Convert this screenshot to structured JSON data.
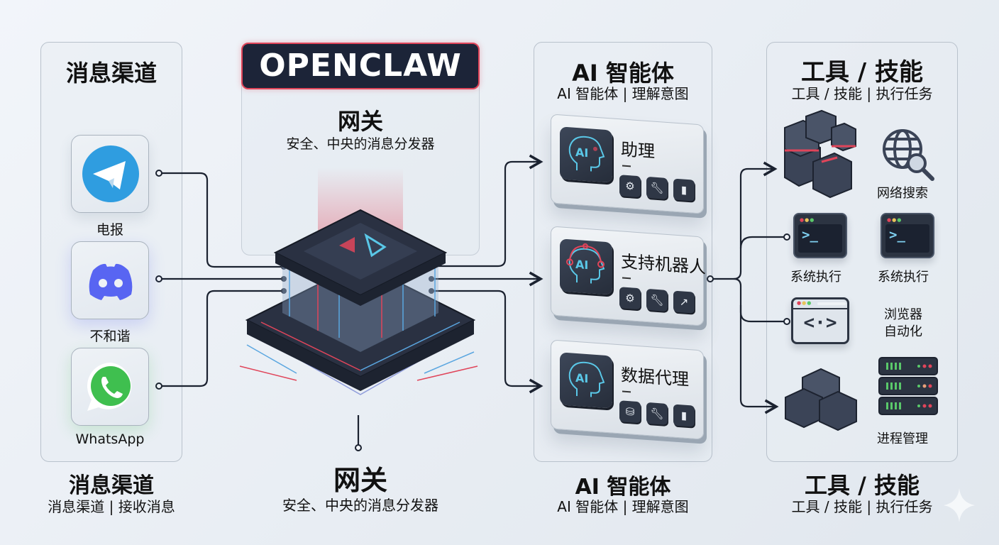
{
  "brand": {
    "title": "OPENCLAW",
    "accent": "#e0455a",
    "badge_bg": "#1c2438"
  },
  "channels": {
    "title": "消息渠道",
    "footer_title": "消息渠道",
    "footer_subtitle": "消息渠道 | 接收消息",
    "items": [
      {
        "label": "电报",
        "icon": "telegram-icon",
        "color": "#2f9de0"
      },
      {
        "label": "不和谐",
        "icon": "discord-icon",
        "color": "#5865f2"
      },
      {
        "label": "WhatsApp",
        "icon": "whatsapp-icon",
        "color": "#3fbf4f"
      }
    ]
  },
  "gateway": {
    "title": "网关",
    "subtitle": "安全、中央的消息分发器",
    "footer_title": "网关",
    "footer_subtitle": "安全、中央的消息分发器",
    "icon": "gateway-server-icon"
  },
  "agents": {
    "title": "AI 智能体",
    "subtitle": "AI 智能体 | 理解意图",
    "footer_title": "AI 智能体",
    "footer_subtitle": "AI 智能体 | 理解意图",
    "avatar_text": "AI",
    "items": [
      {
        "name": "助理",
        "buttons": [
          "gear-icon",
          "wrench-icon",
          "bar-chart-icon"
        ]
      },
      {
        "name": "支持机器人",
        "buttons": [
          "gear-icon",
          "wrench-icon",
          "trend-up-icon"
        ]
      },
      {
        "name": "数据代理",
        "buttons": [
          "database-gear-icon",
          "wrench-icon",
          "bar-chart-icon"
        ]
      }
    ]
  },
  "tools": {
    "title": "工具 / 技能",
    "subtitle": "工具 / 技能 | 执行任务",
    "footer_title": "工具 / 技能",
    "footer_subtitle": "工具 / 技能 | 执行任务",
    "items": [
      {
        "label": "网络搜索",
        "icon": "globe-search-icon"
      },
      {
        "label": "系统执行",
        "icon": "terminal-icon"
      },
      {
        "label": "系统执行",
        "icon": "terminal-icon"
      },
      {
        "label": "浏览器\n自动化",
        "icon": "browser-code-icon"
      },
      {
        "label": "进程管理",
        "icon": "server-rack-icon"
      }
    ],
    "prompt_glyph": ">_",
    "code_glyph": "<·>"
  }
}
